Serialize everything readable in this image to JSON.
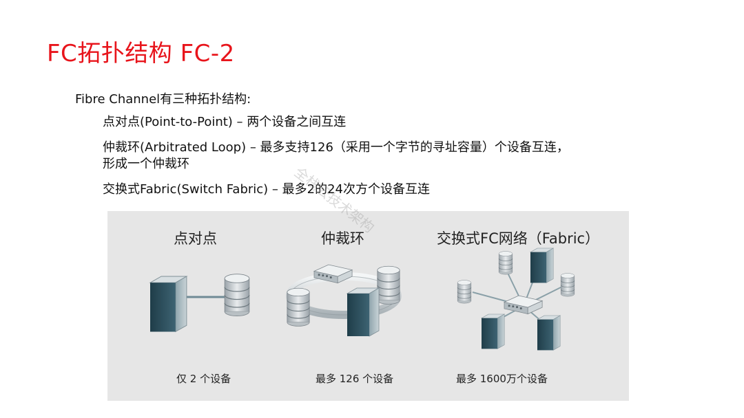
{
  "slide": {
    "title": "FC拓扑结构 FC-2",
    "intro": "Fibre Channel有三种拓扑结构:",
    "bullets": [
      "点对点(Point-to-Point) – 两个设备之间互连",
      "仲裁环(Arbitrated Loop) – 最多支持126（采用一个字节的寻址容量）个设备互连，",
      "形成一个仲裁环",
      "交换式Fabric(Switch Fabric) – 最多2的24次方个设备互连"
    ]
  },
  "figure": {
    "labels": [
      "点对点",
      "仲裁环",
      "交换式FC网络（Fabric）"
    ],
    "captions": [
      "仅 2 个设备",
      "最多 126 个设备",
      "最多 1600万个设备"
    ]
  },
  "watermark": "全栈云技术架构",
  "colors": {
    "title": "#e8141b",
    "panel_bg": "#e6e6e6",
    "server": "#2f4f5c",
    "disk": "#c8ccd0"
  }
}
